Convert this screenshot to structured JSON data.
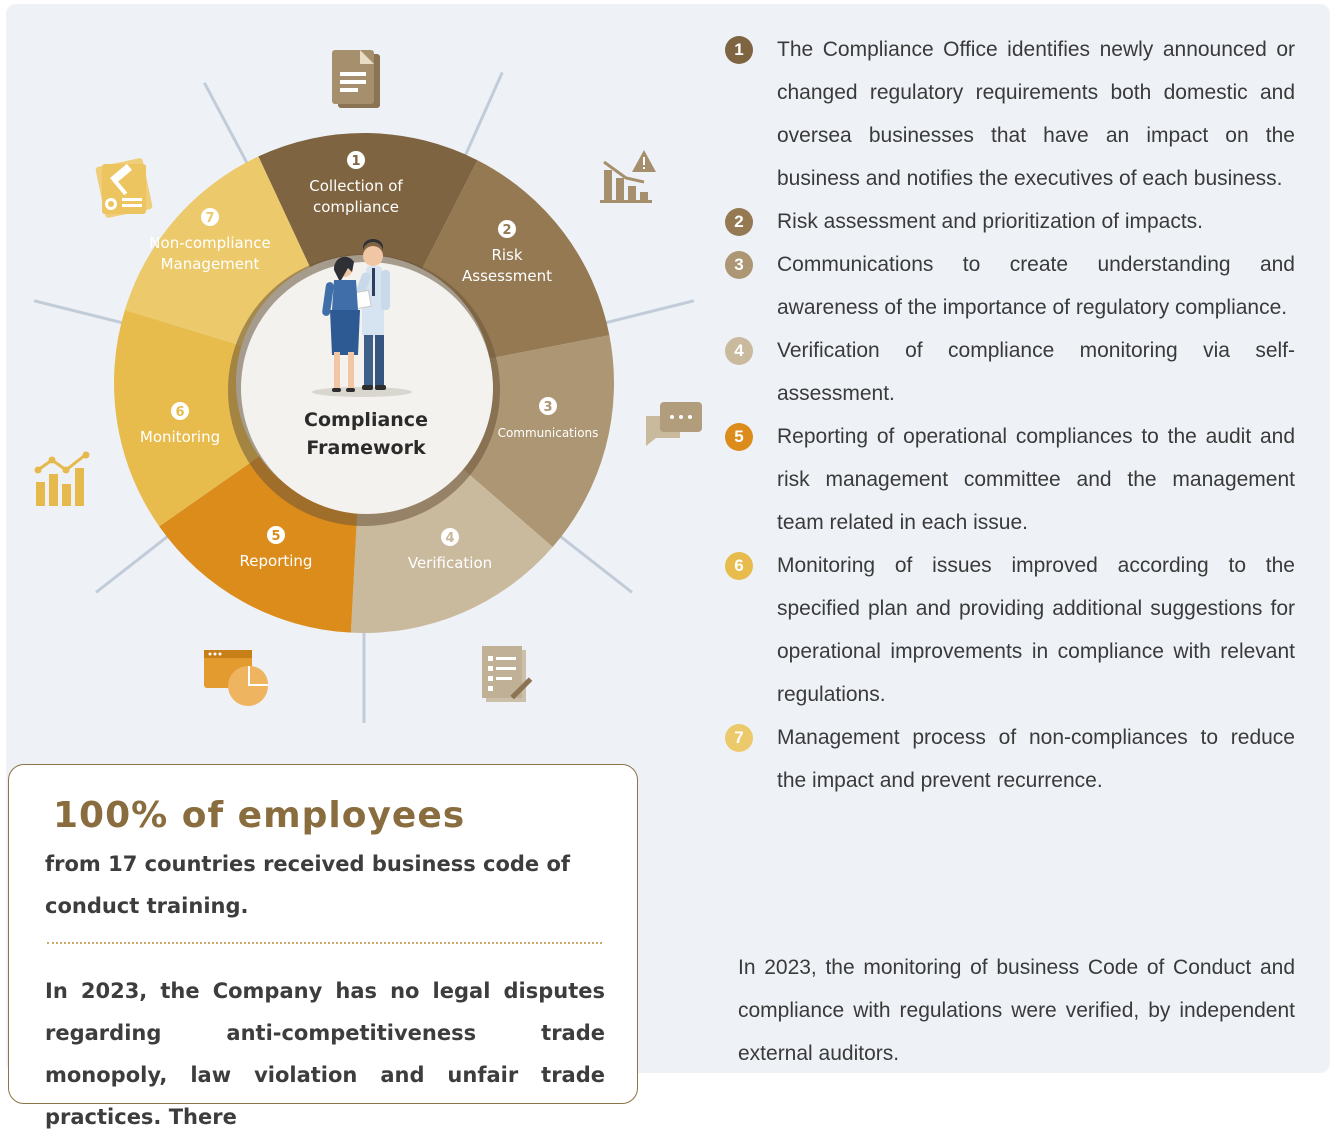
{
  "diagram": {
    "center_title_line1": "Compliance",
    "center_title_line2": "Framework",
    "segments": [
      {
        "num": "1",
        "line1": "Collection of",
        "line2": "compliance",
        "color": "#7f6441"
      },
      {
        "num": "2",
        "line1": "Risk",
        "line2": "Assessment",
        "color": "#947952"
      },
      {
        "num": "3",
        "line1": "Communications",
        "line2": "",
        "color": "#ad9673"
      },
      {
        "num": "4",
        "line1": "Verification",
        "line2": "",
        "color": "#c9b99d"
      },
      {
        "num": "5",
        "line1": "Reporting",
        "line2": "",
        "color": "#dc8c1a"
      },
      {
        "num": "6",
        "line1": "Monitoring",
        "line2": "",
        "color": "#e7bc4d"
      },
      {
        "num": "7",
        "line1": "Non-compliance",
        "line2": "Management",
        "color": "#ecca6c"
      }
    ],
    "icons": [
      "document-icon",
      "risk-chart-icon",
      "chat-bubble-icon",
      "checklist-icon",
      "report-pie-icon",
      "monitoring-chart-icon",
      "certificate-gavel-icon"
    ]
  },
  "steps": [
    {
      "num": "1",
      "color": "#7f6441",
      "text": "The Compliance Office identifies newly announced or changed regulatory requirements both domestic and oversea businesses that have an impact on the business and notifies the executives of each business."
    },
    {
      "num": "2",
      "color": "#947952",
      "text": "Risk assessment and prioritization of impacts."
    },
    {
      "num": "3",
      "color": "#ad9673",
      "text": "Communications to create understanding and awareness of the importance of regulatory compliance."
    },
    {
      "num": "4",
      "color": "#c9b99d",
      "text": "Verification of compliance monitoring via self-assessment."
    },
    {
      "num": "5",
      "color": "#dc8c1a",
      "text": "Reporting of operational compliances to the audit and risk management committee and the management team related in each issue."
    },
    {
      "num": "6",
      "color": "#e7bc4d",
      "text": "Monitoring of issues improved according to the specified plan and providing additional suggestions for operational improvements in compliance with relevant regulations."
    },
    {
      "num": "7",
      "color": "#ecca6c",
      "text": "Management process of non-compliances to reduce the impact and prevent recurrence."
    }
  ],
  "summary": "In 2023, the monitoring of business Code of Conduct and compliance with regulations were verified, by independent external auditors.",
  "card": {
    "title": "100% of employees",
    "subtitle": "from 17 countries received business code of conduct training.",
    "note": "In 2023, the Company has no legal disputes regarding anti-competitiveness trade monopoly, law violation and unfair trade practices. There"
  }
}
